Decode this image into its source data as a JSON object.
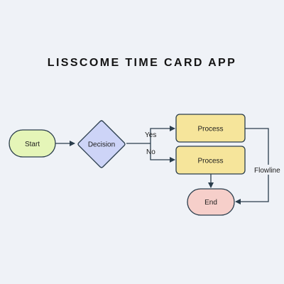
{
  "title": "LISSCOME TIME CARD APP",
  "nodes": {
    "start": {
      "label": "Start",
      "shape": "terminal",
      "fill": "#e5f5b8"
    },
    "decision": {
      "label": "Decision",
      "shape": "diamond",
      "fill": "#cdd4f7"
    },
    "process_yes": {
      "label": "Process",
      "shape": "process",
      "fill": "#f6e59b"
    },
    "process_no": {
      "label": "Process",
      "shape": "process",
      "fill": "#f6e59b"
    },
    "end": {
      "label": "End",
      "shape": "terminal",
      "fill": "#f6cfca"
    }
  },
  "edges": {
    "yes": {
      "label": "Yes"
    },
    "no": {
      "label": "No"
    },
    "flowline": {
      "label": "Flowline"
    }
  },
  "colors": {
    "stroke": "#2a3d4c",
    "background": "#eff2f7"
  }
}
